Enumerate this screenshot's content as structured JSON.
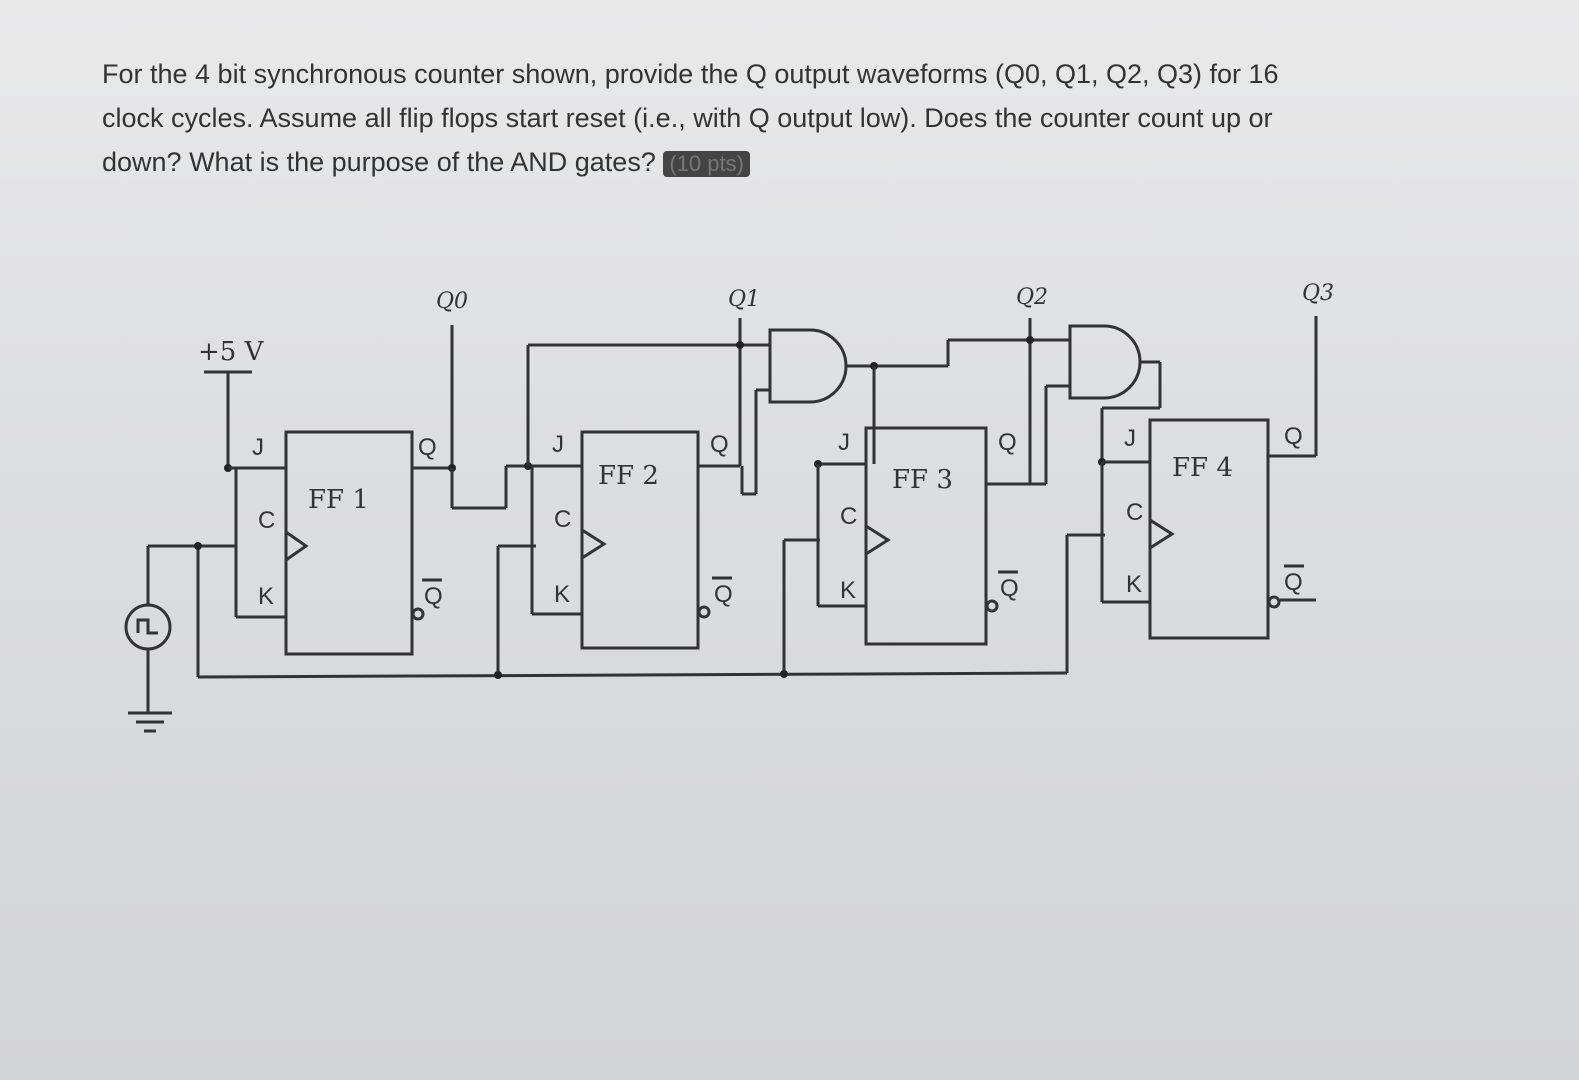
{
  "question": {
    "line1": "For the 4 bit synchronous counter shown, provide the Q output waveforms (Q0, Q1, Q2, Q3) for 16",
    "line2": "clock cycles. Assume all flip flops start reset (i.e., with Q output low). Does the counter count up or",
    "line3": "down? What is the purpose of the AND gates?",
    "points": "(10 pts)"
  },
  "circuit": {
    "supply_label": "+5 V",
    "flip_flops": [
      {
        "name": "FF 1",
        "j": "J",
        "c": "C",
        "k": "K",
        "q": "Q",
        "qbar": "Q",
        "output": "Q0"
      },
      {
        "name": "FF 2",
        "j": "J",
        "c": "C",
        "k": "K",
        "q": "Q",
        "qbar": "Q",
        "output": "Q1"
      },
      {
        "name": "FF 3",
        "j": "J",
        "c": "C",
        "k": "K",
        "q": "Q",
        "qbar": "Q",
        "output": "Q2"
      },
      {
        "name": "FF 4",
        "j": "J",
        "c": "C",
        "k": "K",
        "q": "Q",
        "qbar": "Q",
        "output": "Q3"
      }
    ]
  }
}
